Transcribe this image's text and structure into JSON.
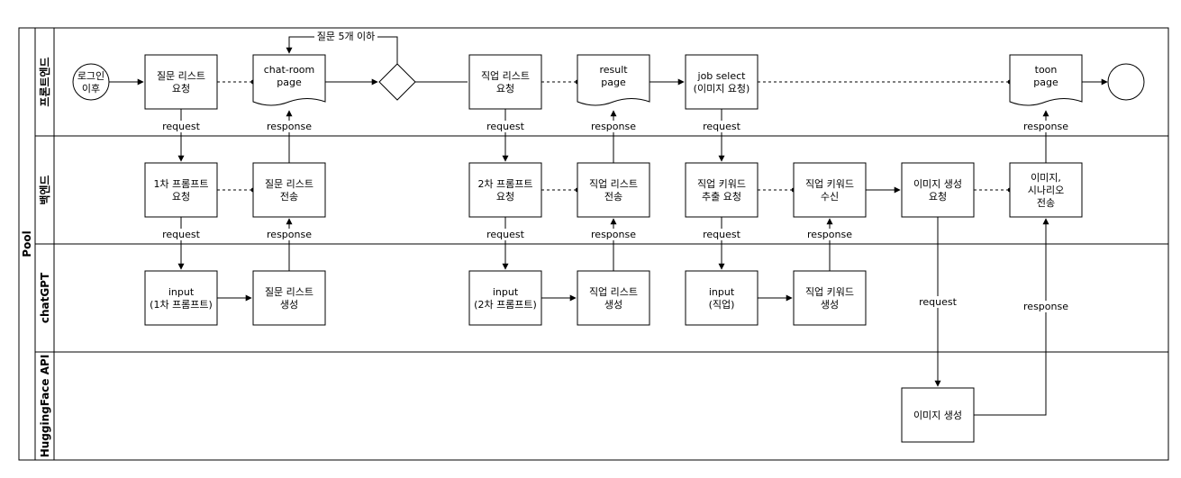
{
  "pool": {
    "title": "Pool"
  },
  "lanes": [
    "프론트엔드",
    "백엔드",
    "chatGPT",
    "HuggingFace API"
  ],
  "nodes": {
    "start": "로그인\n이후",
    "fe_q_req": "질문 리스트\n요청",
    "fe_chatroom": "chat-room\npage",
    "fe_job_req": "직업 리스트\n요청",
    "fe_result": "result\npage",
    "fe_job_select": "job select\n(이미지 요청)",
    "fe_toon": "toon\npage",
    "be_p1": "1차 프롬프트\n요청",
    "be_q_send": "질문 리스트\n전송",
    "be_p2": "2차 프롬프트\n요청",
    "be_job_send": "직업 리스트\n전송",
    "be_kw_req": "직업 키워드\n추출 요청",
    "be_kw_recv": "직업 키워드\n수신",
    "be_img_req": "이미지 생성\n요청",
    "be_img_send": "이미지,\n시나리오\n전송",
    "gpt_in1": "input\n(1차 프롬프트)",
    "gpt_q_gen": "질문 리스트\n생성",
    "gpt_in2": "input\n(2차 프롬프트)",
    "gpt_job_gen": "직업 리스트\n생성",
    "gpt_in3": "input\n(직업)",
    "gpt_kw_gen": "직업 키워드\n생성",
    "hf_img_gen": "이미지 생성"
  },
  "edge_labels": {
    "loop": "질문 5개 이하",
    "request": "request",
    "response": "response"
  }
}
